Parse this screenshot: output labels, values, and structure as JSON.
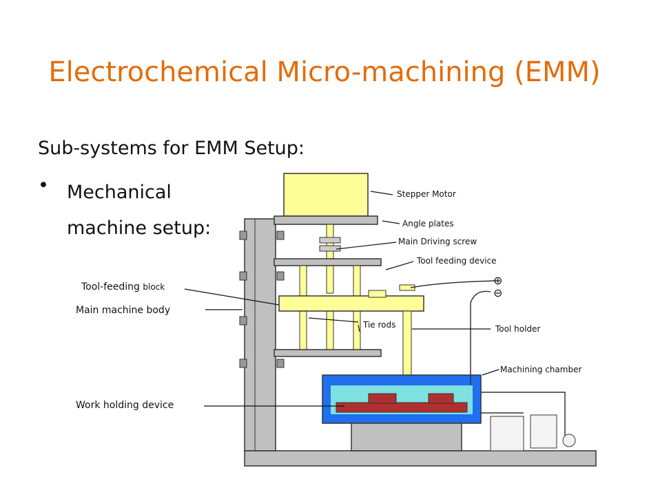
{
  "slide": {
    "title": "Electrochemical Micro-machining (EMM)",
    "subheading": "Sub-systems for EMM Setup:",
    "bullet": {
      "marker": "•",
      "line1": "Mechanical",
      "line2": "machine setup:"
    }
  },
  "diagram": {
    "left_labels": {
      "tool_feeding_block": "Tool-feeding",
      "tool_feeding_block_small": "block",
      "main_machine_body": "Main machine body",
      "work_holding_device": "Work holding device"
    },
    "right_labels": {
      "stepper_motor": "Stepper Motor",
      "angle_plates": "Angle plates",
      "main_driving_screw": "Main Driving screw",
      "tool_feeding_device": "Tool feeding device",
      "tie_rods": "Tie rods",
      "tool_holder": "Tool holder",
      "machining_chamber": "Machining chamber"
    },
    "terminals": {
      "positive": "⊕",
      "negative": "⊖"
    }
  },
  "colors": {
    "title": "#E36C09",
    "yellow_parts": "#FFFF99",
    "frame": "#C0C0C0",
    "chamber_blue": "#1F6FEF",
    "electrolyte": "#7FE0E0",
    "workpiece_red": "#B03030"
  }
}
